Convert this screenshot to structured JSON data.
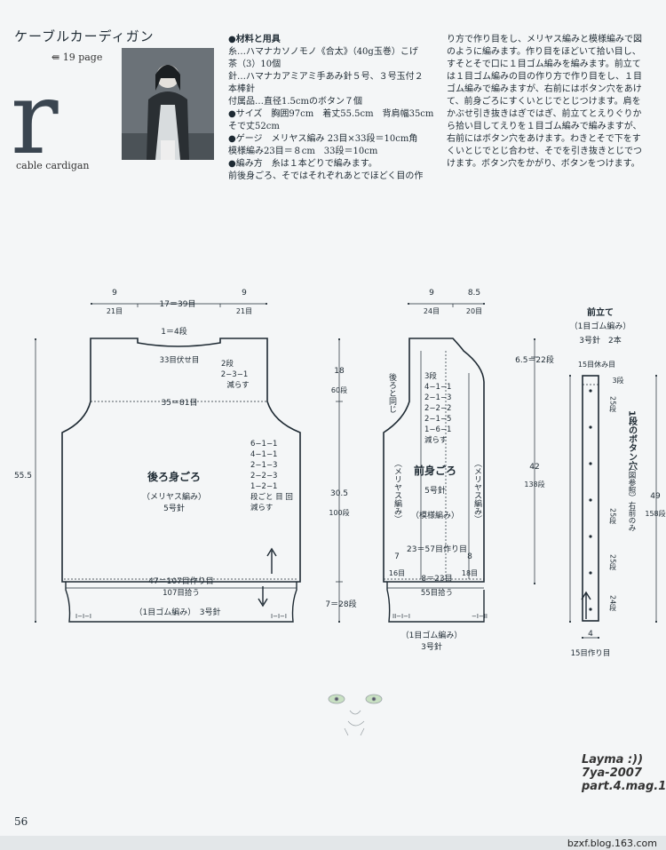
{
  "header": {
    "title": "ケーブルカーディガン",
    "page_ref": "⇚ 19 page",
    "letter": "r",
    "english": "cable cardigan"
  },
  "text_col1": [
    {
      "t": "●材料と用具",
      "b": true
    },
    {
      "t": "糸…ハマナカソノモノ《合太》（40g玉巻）こげ",
      "b": false
    },
    {
      "t": "茶（3）10個",
      "b": false
    },
    {
      "t": "針…ハマナカアミアミ手あみ針５号、３号玉付２",
      "b": false
    },
    {
      "t": "本棒針",
      "b": false
    },
    {
      "t": "付属品…直径1.5cmのボタン７個",
      "b": false
    },
    {
      "t": "●サイズ　胸囲97cm　着丈55.5cm　背肩幅35cm",
      "b": false
    },
    {
      "t": "そで丈52cm",
      "b": false
    },
    {
      "t": "●ゲージ　メリヤス編み 23目×33段＝10cm角",
      "b": false
    },
    {
      "t": "模様編み23目＝８cm　33段＝10cm",
      "b": false
    },
    {
      "t": "●編み方　糸は１本どりで編みます。",
      "b": false
    },
    {
      "t": "前後身ごろ、そではそれぞれあとでほどく目の作",
      "b": false
    }
  ],
  "text_col2": [
    "り方で作り目をし、メリヤス編みと模様編みで図",
    "のように編みます。作り目をほどいて拾い目し、",
    "すそとそで口に１目ゴム編みを編みます。前立て",
    "は１目ゴム編みの目の作り方で作り目をし、１目",
    "ゴム編みで編みますが、右前にはボタン穴をあけ",
    "て、前身ごろにすくいとじでとじつけます。肩を",
    "かぶせ引き抜きはぎではぎ、前立てとえりぐりか",
    "ら拾い目してえりを１目ゴム編みで編みますが、",
    "右前にはボタン穴をあけます。わきとそで下をす",
    "くいとじでとじ合わせ、そでを引き抜きとじでつ",
    "けます。ボタン穴をかがり、ボタンをつけます。"
  ],
  "back": {
    "top_w1": "9",
    "top_w1b": "21目",
    "top_mid": "17＝39目",
    "top_w2": "9",
    "top_w2b": "21目",
    "neck_rows": "1＝4段",
    "bind_off": "33目伏せ目",
    "neck_dec1": "2段",
    "neck_dec2": "2−3−1",
    "neck_dec3": "減らす",
    "shoulder": "35＝81目",
    "dec_table": [
      "6−1−1",
      "4−1−1",
      "2−1−3",
      "2−2−3",
      "1−2−1",
      "段ごと 目 回",
      "減らす"
    ],
    "name": "後ろ身ごろ",
    "stitch": "（メリヤス編み）",
    "needle": "5号針",
    "height_total": "55.5",
    "cast_on": "47＝107目作り目",
    "pickup": "107目拾う",
    "rib": "（1目ゴム編み）　3号針",
    "rib_marks_l": "I−I−I",
    "rib_marks_r": "I−I−I"
  },
  "side": {
    "armhole_cm": "18",
    "armhole_rows": "60段",
    "body_cm": "30.5",
    "body_rows": "100段",
    "rib_rows": "7＝28段"
  },
  "front": {
    "top_w1": "9",
    "top_w1b": "24目",
    "top_w2": "8.5",
    "top_w2b": "20目",
    "same_as_back": "後ろと同じ",
    "dec_table": [
      "3段",
      "4−1−1",
      "2−1−3",
      "2−2−2",
      "2−1−5",
      "1−6−1",
      "減らす"
    ],
    "name": "前身ごろ",
    "needle": "5号針",
    "pattern": "（模様編み）",
    "stockinette_l": "（メリヤス編み）",
    "stockinette_r": "（メリヤス編み）",
    "cast_on": "23＝57目作り目",
    "left_w": "7",
    "left_w_st": "16目",
    "mid_w": "8＝23目",
    "right_w": "8",
    "right_w_st": "18目",
    "pickup": "55目拾う",
    "rib": "（1目ゴム編み）",
    "rib_needle": "3号針",
    "rib_marks_l": "II−I−I",
    "rib_marks_r": "−I−II",
    "neck_depth": "6.5＝22段",
    "height_cm": "42",
    "height_rows": "138段"
  },
  "band": {
    "title": "前立て",
    "stitch": "（1目ゴム編み）",
    "needle": "3号針　2本",
    "rest": "15目休み目",
    "top_rows": "3段",
    "buttonhole_title": "1段のボタン穴",
    "buttonhole_note": "（図参照）右前のみ",
    "gap1": "25段",
    "gap2": "25段",
    "gap3": "25段",
    "gap4": "24段",
    "length_cm": "49",
    "length_rows": "158段",
    "width": "4",
    "cast_on": "15目作り目"
  },
  "signature": [
    "Layma :))",
    "7ya-2007",
    "part.4.mag.16"
  ],
  "page_number": "56",
  "watermark": "bzxf.blog.163.com"
}
